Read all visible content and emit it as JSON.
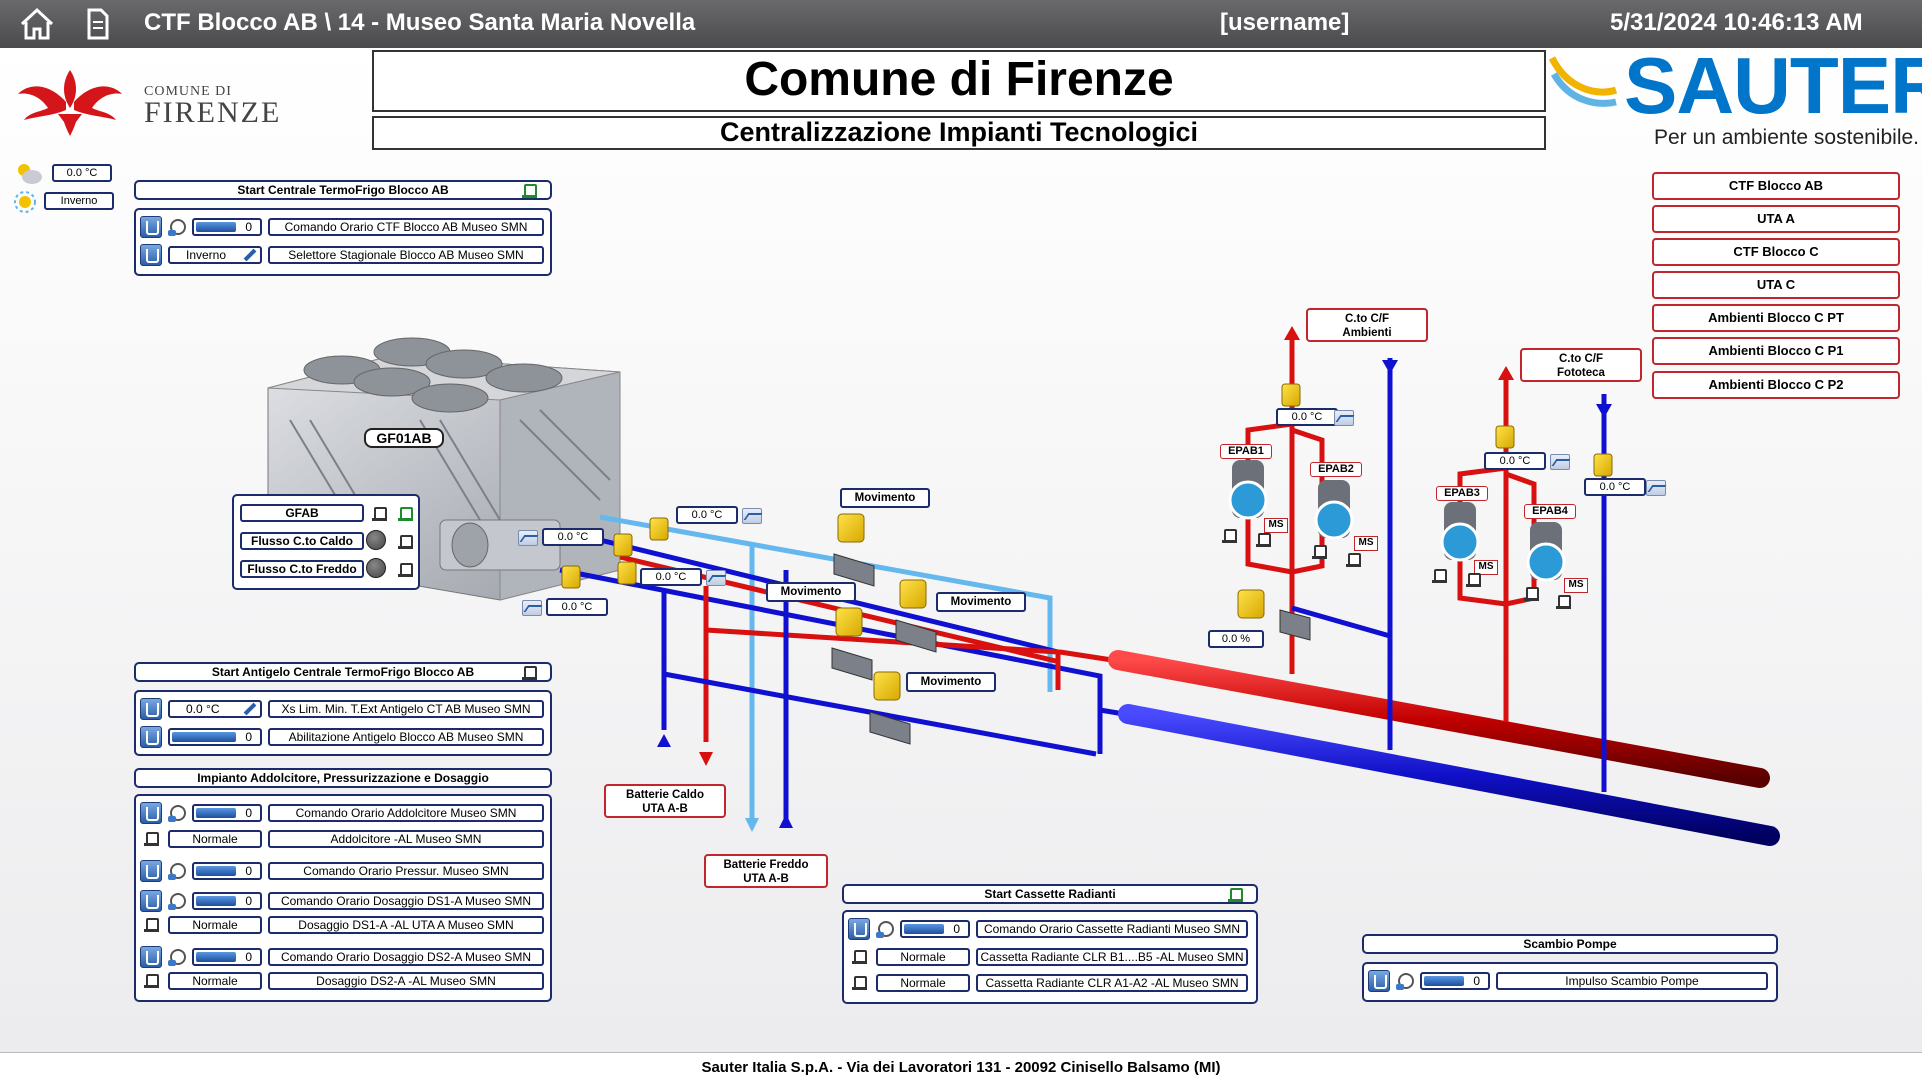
{
  "topbar": {
    "title": "CTF Blocco AB \\ 14 - Museo Santa Maria Novella",
    "user": "[username]",
    "datetime": "5/31/2024 10:46:13 AM"
  },
  "header": {
    "city_logo_line1": "COMUNE DI",
    "city_logo_line2": "FIRENZE",
    "title": "Comune di Firenze",
    "subtitle": "Centralizzazione Impianti Tecnologici",
    "brand": "SAUTER",
    "brand_tagline": "Per un ambiente sostenibile."
  },
  "weather": {
    "temperature": "0.0 °C",
    "season": "Inverno"
  },
  "nav": [
    "CTF Blocco AB",
    "UTA A",
    "CTF Blocco C",
    "UTA C",
    "Ambienti Blocco C PT",
    "Ambienti Blocco C P1",
    "Ambienti Blocco C P2"
  ],
  "panel_start_ctf": {
    "title": "Start Centrale TermoFrigo Blocco AB",
    "rows": [
      {
        "value": "0",
        "label": "Comando Orario CTF Blocco AB Museo SMN"
      },
      {
        "value": "Inverno",
        "label": "Selettore Stagionale Blocco AB  Museo SMN"
      }
    ]
  },
  "chiller": {
    "name": "GF01AB",
    "status_rows": [
      "GFAB",
      "Flusso C.to Caldo",
      "Flusso C.to Freddo"
    ]
  },
  "panel_antigelo": {
    "title": "Start Antigelo Centrale TermoFrigo Blocco AB",
    "rows": [
      {
        "value": "0.0 °C",
        "label": "Xs Lim. Min. T.Ext Antigelo CT AB Museo SMN"
      },
      {
        "value": "0",
        "label": "Abilitazione Antigelo Blocco AB Museo SMN"
      }
    ]
  },
  "panel_addolcitore": {
    "title": "Impianto Addolcitore, Pressurizzazione e Dosaggio",
    "rows": [
      {
        "value": "0",
        "label": "Comando Orario Addolcitore Museo SMN"
      },
      {
        "value": "Normale",
        "label": "Addolcitore -AL Museo SMN"
      },
      {
        "value": "0",
        "label": "Comando Orario Pressur. Museo SMN"
      },
      {
        "value": "0",
        "label": "Comando Orario Dosaggio DS1-A Museo SMN"
      },
      {
        "value": "Normale",
        "label": "Dosaggio DS1-A -AL UTA A  Museo SMN"
      },
      {
        "value": "0",
        "label": "Comando Orario Dosaggio DS2-A Museo SMN"
      },
      {
        "value": "Normale",
        "label": "Dosaggio DS2-A -AL Museo SMN"
      }
    ]
  },
  "panel_cassette": {
    "title": "Start Cassette Radianti",
    "rows": [
      {
        "value": "0",
        "label": "Comando Orario Cassette Radianti Museo SMN"
      },
      {
        "value": "Normale",
        "label": "Cassetta Radiante CLR B1....B5 -AL Museo SMN"
      },
      {
        "value": "Normale",
        "label": "Cassetta Radiante CLR A1-A2 -AL Museo SMN"
      }
    ]
  },
  "panel_scambio": {
    "title": "Scambio Pompe",
    "rows": [
      {
        "value": "0",
        "label": "Impulso Scambio Pompe"
      }
    ]
  },
  "diagram": {
    "temps": [
      "0.0 °C",
      "0.0 °C",
      "0.0 °C",
      "0.0 °C",
      "0.0 °C",
      "0.0 °C",
      "0.0 °C"
    ],
    "valve_pct": "0.0 %",
    "movimento": "Movimento",
    "batterie_caldo": [
      "Batterie Caldo",
      "UTA A-B"
    ],
    "batterie_freddo": [
      "Batterie Freddo",
      "UTA A-B"
    ],
    "cto_ambienti": [
      "C.to C/F",
      "Ambienti"
    ],
    "cto_fototeca": [
      "C.to C/F",
      "Fototeca"
    ],
    "pumps": [
      "EPAB1",
      "EPAB2",
      "EPAB3",
      "EPAB4"
    ],
    "ms": "MS"
  },
  "footer": "Sauter Italia S.p.A. - Via dei Lavoratori 131 - 20092 Cinisello Balsamo (MI)"
}
